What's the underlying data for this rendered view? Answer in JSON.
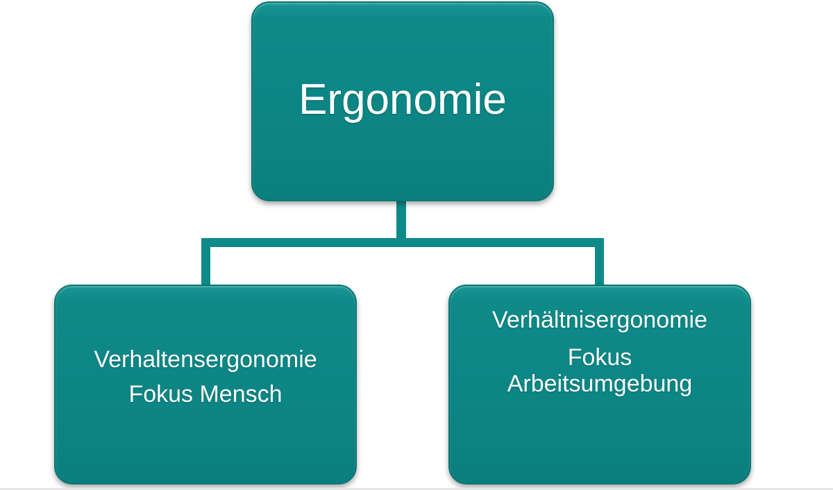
{
  "diagram": {
    "root": {
      "label": "Ergonomie"
    },
    "children": [
      {
        "label": "Verhaltensergonomie",
        "focus": "Fokus Mensch"
      },
      {
        "label": "Verhältnisergonomie",
        "focus_line1": "Fokus",
        "focus_line2": "Arbeitsumgebung"
      }
    ],
    "colors": {
      "box_fill": "#0c8584",
      "box_border": "#0a7574",
      "connector": "#0e8a89",
      "text": "#ffffff"
    }
  }
}
